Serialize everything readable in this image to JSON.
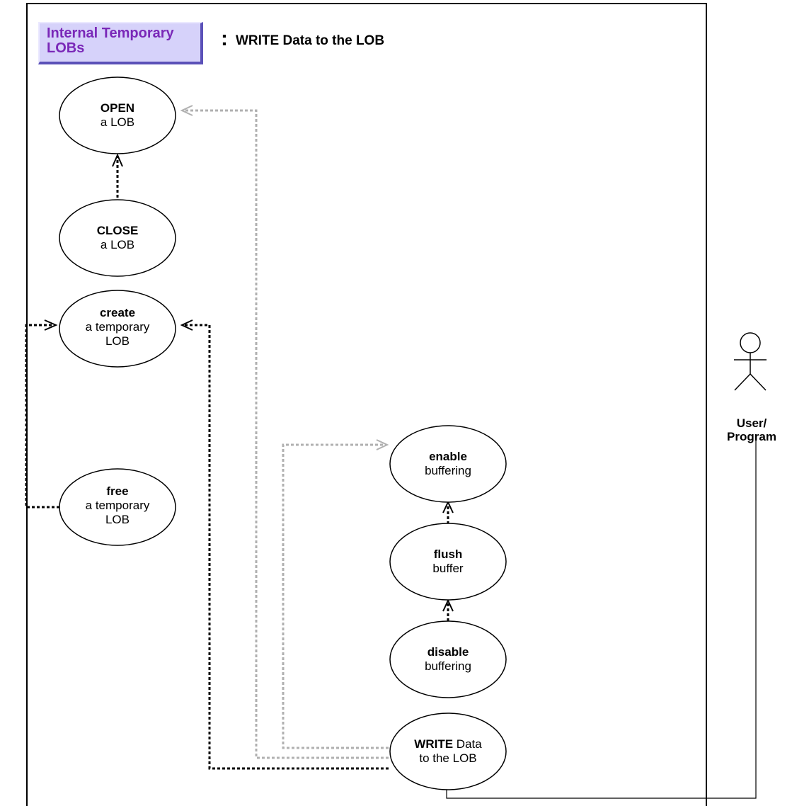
{
  "header": {
    "package_name": "Internal Temporary LOBs",
    "separator": ":",
    "diagram_title": "WRITE Data to the LOB"
  },
  "use_cases": {
    "open": {
      "keyword": "OPEN",
      "text": "a LOB"
    },
    "close": {
      "keyword": "CLOSE",
      "text": "a LOB"
    },
    "create": {
      "keyword": "create",
      "text1": "a temporary",
      "text2": "LOB"
    },
    "free": {
      "keyword": "free",
      "text1": "a temporary",
      "text2": "LOB"
    },
    "enable": {
      "keyword": "enable",
      "text": "buffering"
    },
    "flush": {
      "keyword": "flush",
      "text": "buffer"
    },
    "disable": {
      "keyword": "disable",
      "text": "buffering"
    },
    "write": {
      "keyword": "WRITE",
      "text1": " Data",
      "text2": "to the LOB"
    }
  },
  "actor": {
    "line1": "User/",
    "line2": "Program"
  },
  "colors": {
    "title_fill": "#d6d2fa",
    "title_text": "#7a28b8",
    "title_shadow": "#5b51b8",
    "dependency_black": "#000000",
    "dependency_gray": "#b0b0b0"
  }
}
